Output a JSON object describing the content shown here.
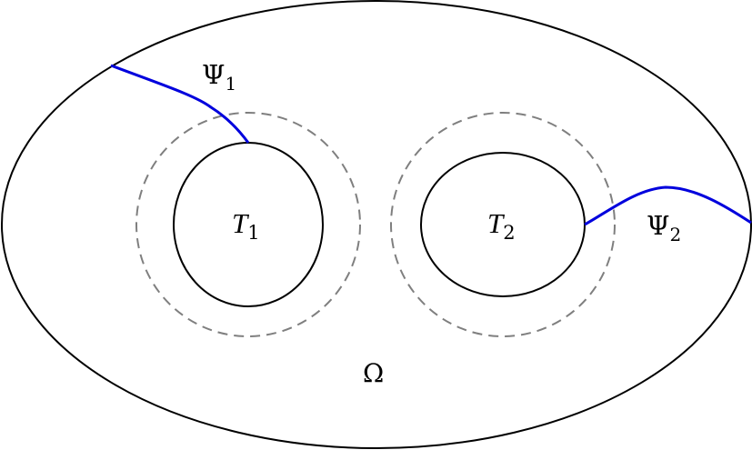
{
  "diagram": {
    "regions": {
      "domain": {
        "label": "Ω"
      },
      "target1": {
        "label_base": "T",
        "label_sub": "1"
      },
      "target2": {
        "label_base": "T",
        "label_sub": "2"
      }
    },
    "curves": {
      "psi1": {
        "label_base": "Ψ",
        "label_sub": "1"
      },
      "psi2": {
        "label_base": "Ψ",
        "label_sub": "2"
      }
    },
    "colors": {
      "outline": "#000000",
      "dashed": "#7f7f7f",
      "curve": "#0000dd"
    }
  }
}
